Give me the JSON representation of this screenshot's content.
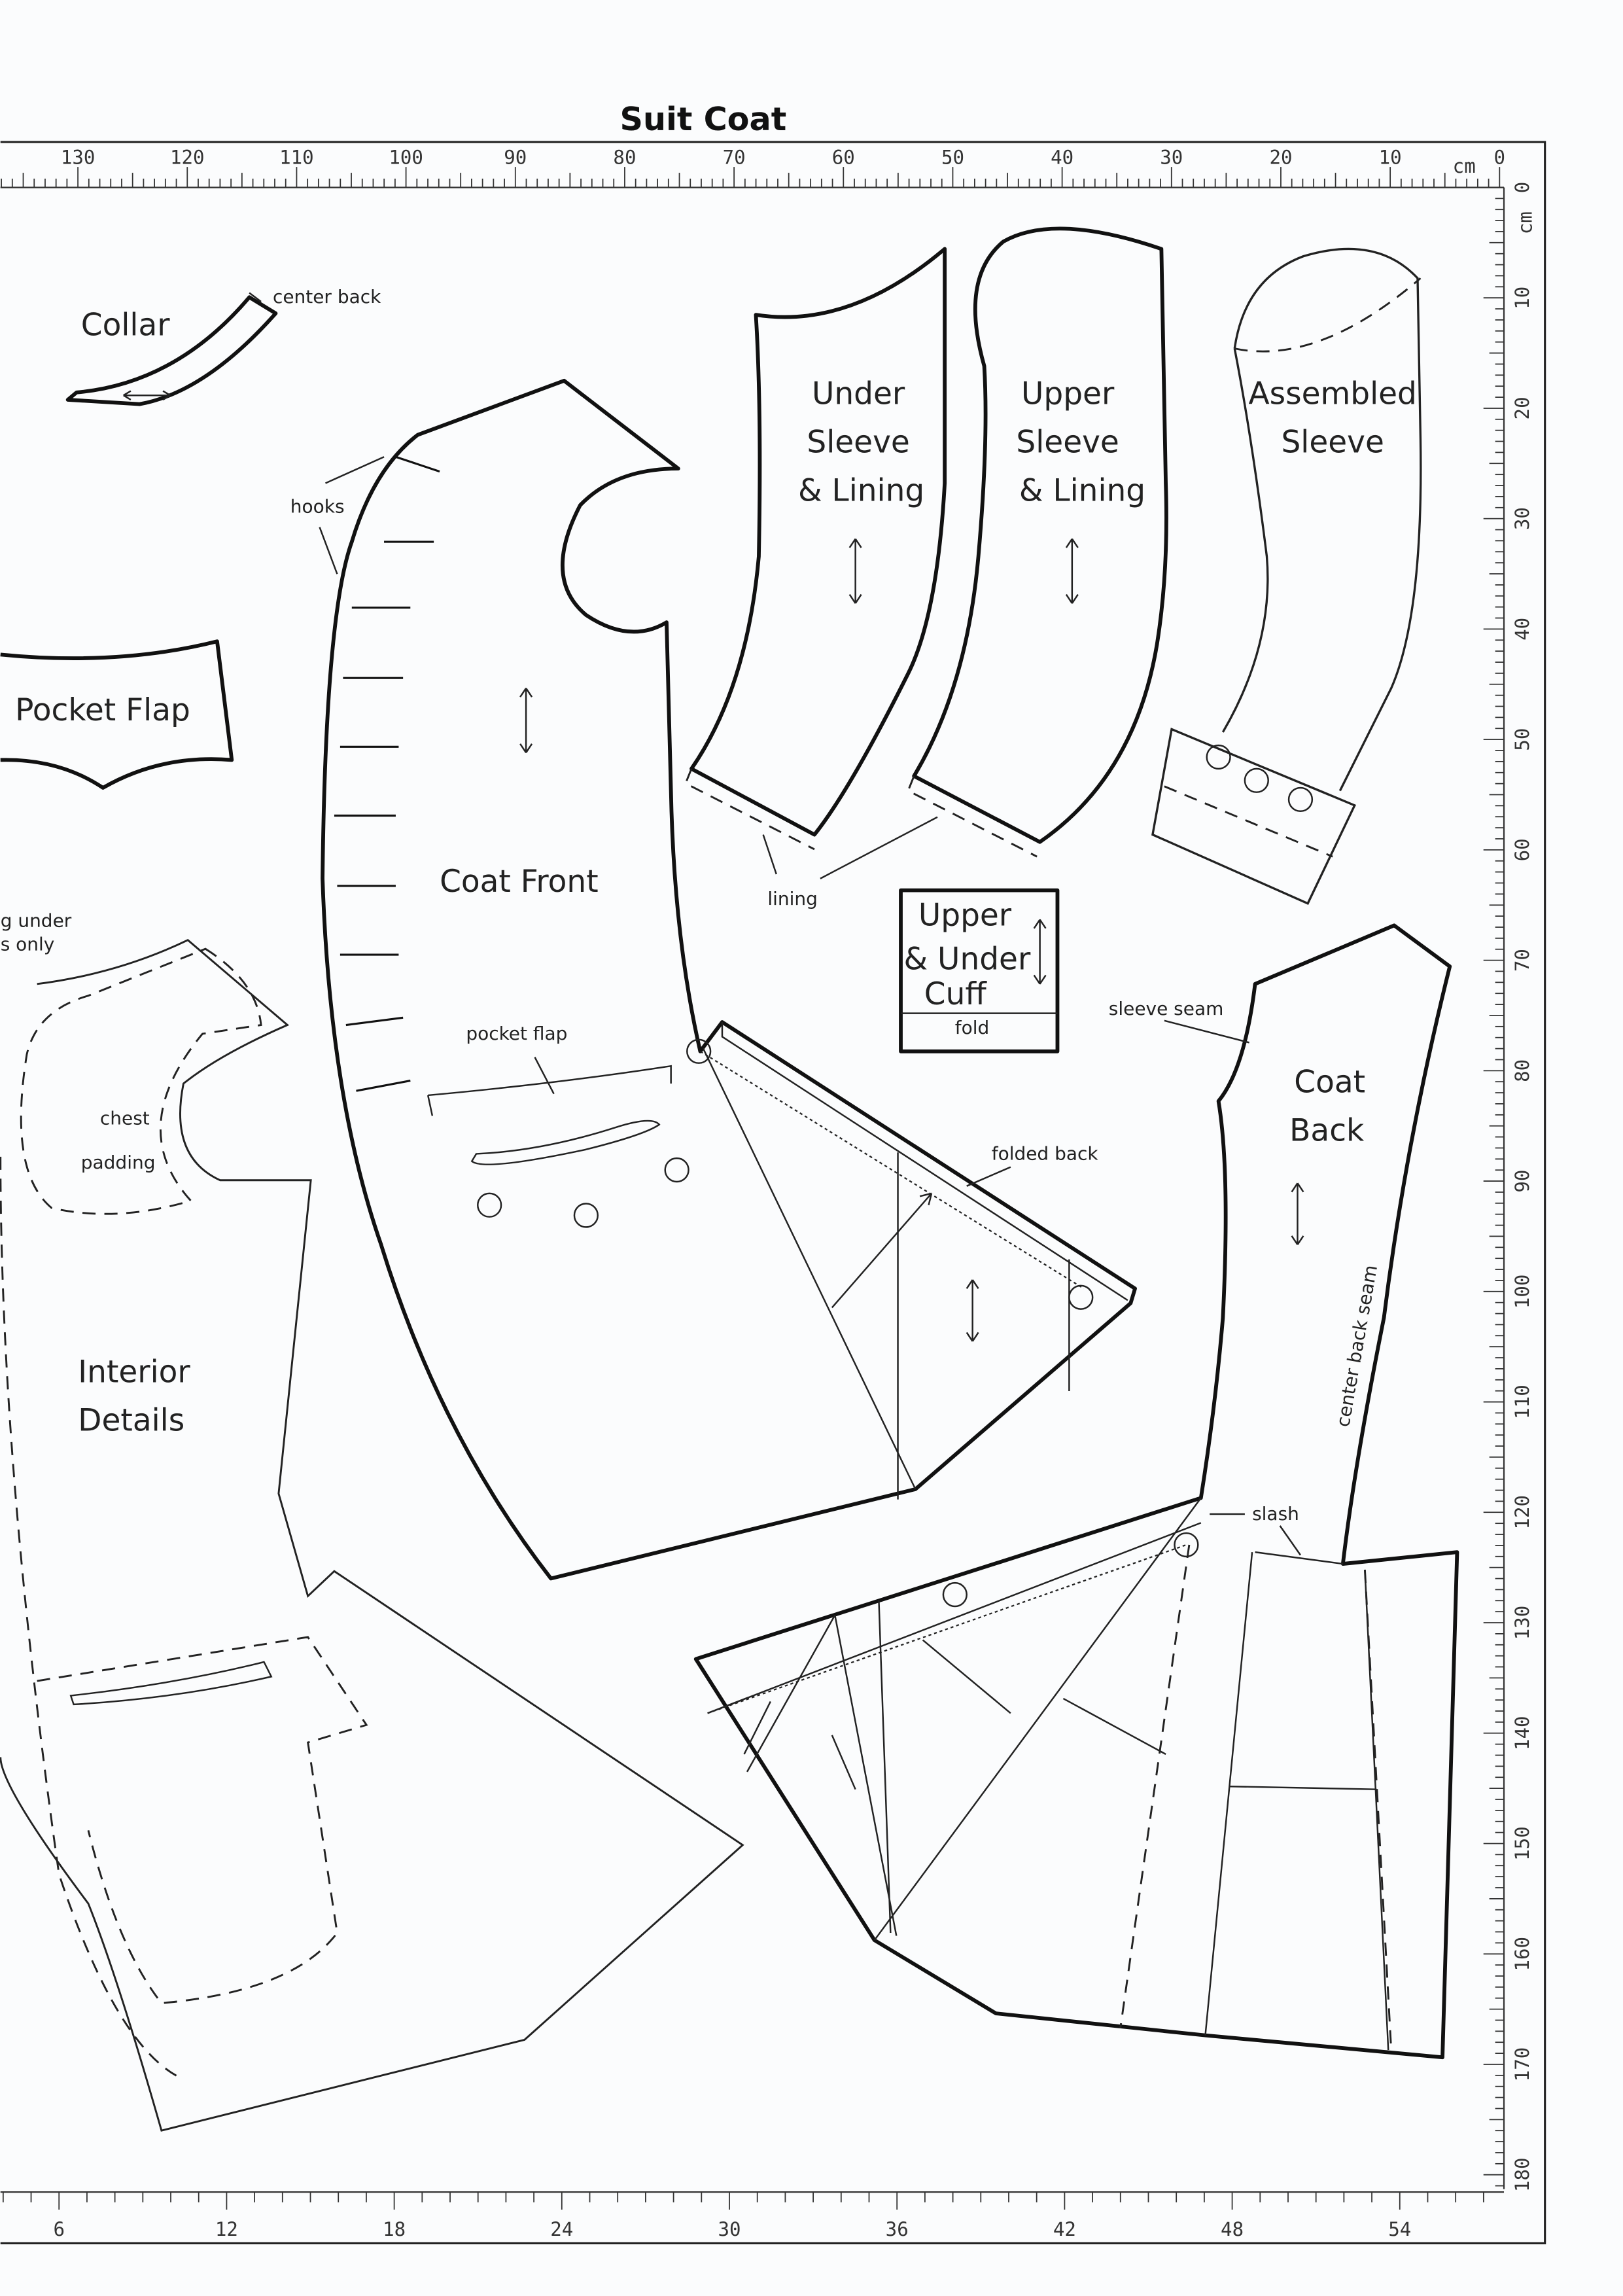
{
  "title": "Suit Coat",
  "rulers": {
    "unit": "cm",
    "top_labels": [
      "130",
      "120",
      "110",
      "100",
      "90",
      "80",
      "70",
      "60",
      "50",
      "40",
      "30",
      "20",
      "10",
      "0"
    ],
    "right_labels": [
      "0",
      "10",
      "20",
      "30",
      "40",
      "50",
      "60",
      "70",
      "80",
      "90",
      "100",
      "110",
      "120",
      "130",
      "140",
      "150",
      "160",
      "170",
      "180"
    ],
    "bottom_labels": [
      "6",
      "12",
      "18",
      "24",
      "30",
      "36",
      "42",
      "48",
      "54"
    ]
  },
  "pieces": {
    "collar": "Collar",
    "pocket_flap": "Pocket Flap",
    "coat_front": "Coat Front",
    "under_sleeve": [
      "Under",
      "Sleeve",
      "& Lining"
    ],
    "upper_sleeve": [
      "Upper",
      "Sleeve",
      "& Lining"
    ],
    "assembled_sleeve": [
      "Assembled",
      "Sleeve"
    ],
    "cuff": [
      "Upper",
      "& Under",
      "Cuff"
    ],
    "coat_back": [
      "Coat",
      "Back"
    ],
    "interior_details": [
      "Interior",
      "Details"
    ]
  },
  "annotations": {
    "center_back": "center back",
    "hooks": "hooks",
    "lining": "lining",
    "fold": "fold",
    "pocket_flap": "pocket flap",
    "folded_back": "folded back",
    "sleeve_seam": "sleeve seam",
    "center_back_seam": "center back seam",
    "slash": "slash",
    "chest_padding": [
      "chest",
      "padding"
    ],
    "cut_text": [
      "g under",
      "s only"
    ]
  }
}
